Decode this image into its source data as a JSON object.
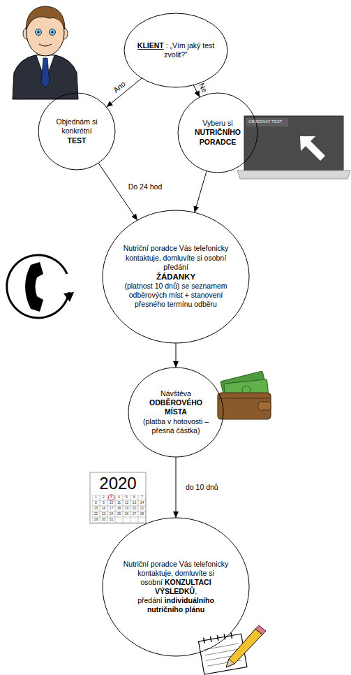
{
  "diagram": {
    "nodes": [
      {
        "text": [
          "KLIENT",
          ": „Vím jaký test zvolit?“"
        ]
      },
      {
        "text": [
          "Objednám si konkrétní",
          "TEST"
        ]
      },
      {
        "text": [
          "Vyberu si",
          "NUTRIČNÍHO PORADCE"
        ]
      },
      {
        "text": [
          "Nutriční poradce Vás telefonicky kontaktuje, domluvíte si osobní předání",
          "ŽÁDANKY",
          "(platnost 10 dnů) se seznamem odběrových míst + stanovení přesného termínu odběru"
        ]
      },
      {
        "text": [
          "Návštěva",
          "ODBĚROVÉHO MÍSTA",
          "(platba v hotovosti – přesná částka)"
        ]
      },
      {
        "text": [
          "Nutriční poradce Vás telefonicky kontaktuje, domluvíte si osobní",
          "KONZULTACI VÝSLEDKŮ",
          ", předání",
          "individuálního nutričního plánu"
        ]
      }
    ],
    "edges": [
      {
        "from": 0,
        "to": 1,
        "arrow": "to",
        "label": "Ano"
      },
      {
        "from": 0,
        "to": 2,
        "arrow": "to",
        "label": "Ne"
      },
      {
        "from": 1,
        "to": 3,
        "arrow": "to"
      },
      {
        "from": 2,
        "to": 3,
        "arrow": "to"
      },
      {
        "from": 3,
        "to": 4,
        "arrow": "to"
      },
      {
        "from": 4,
        "to": 5,
        "arrow": "to",
        "label": "do 10 dnů"
      }
    ],
    "labels": [
      "Do 24 hod",
      "OBJEDNAT TEST",
      "2020",
      "1",
      "2",
      "3",
      "4",
      "5",
      "6",
      "7",
      "8",
      "9",
      "10",
      "11",
      "12",
      "13",
      "14",
      "15",
      "16",
      "17",
      "18",
      "19",
      "20",
      "21",
      "22",
      "23",
      "24",
      "25",
      "26",
      "27",
      "28",
      "29",
      "30",
      "31"
    ]
  }
}
